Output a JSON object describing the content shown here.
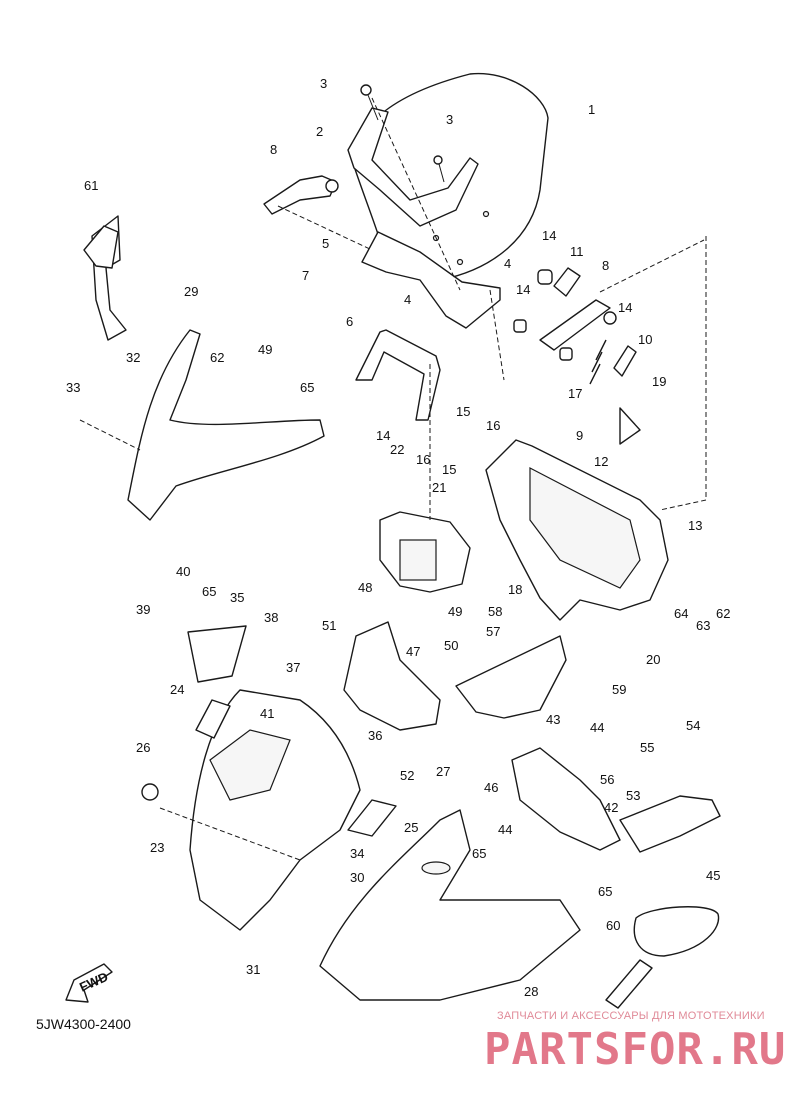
{
  "diagram": {
    "title": "",
    "part_code": "5JW4300-2400",
    "fwd_label": "FWD",
    "callouts": [
      {
        "id": "c1",
        "text": "1"
      },
      {
        "id": "c2",
        "text": "2"
      },
      {
        "id": "c3a",
        "text": "3"
      },
      {
        "id": "c3b",
        "text": "3"
      },
      {
        "id": "c4a",
        "text": "4"
      },
      {
        "id": "c4b",
        "text": "4"
      },
      {
        "id": "c5",
        "text": "5"
      },
      {
        "id": "c6",
        "text": "6"
      },
      {
        "id": "c7",
        "text": "7"
      },
      {
        "id": "c8a",
        "text": "8"
      },
      {
        "id": "c8b",
        "text": "8"
      },
      {
        "id": "c9",
        "text": "9"
      },
      {
        "id": "c10",
        "text": "10"
      },
      {
        "id": "c11",
        "text": "11"
      },
      {
        "id": "c12",
        "text": "12"
      },
      {
        "id": "c13",
        "text": "13"
      },
      {
        "id": "c14a",
        "text": "14"
      },
      {
        "id": "c14b",
        "text": "14"
      },
      {
        "id": "c14c",
        "text": "14"
      },
      {
        "id": "c14d",
        "text": "14"
      },
      {
        "id": "c15a",
        "text": "15"
      },
      {
        "id": "c15b",
        "text": "15"
      },
      {
        "id": "c16a",
        "text": "16"
      },
      {
        "id": "c16b",
        "text": "16"
      },
      {
        "id": "c17",
        "text": "17"
      },
      {
        "id": "c18",
        "text": "18"
      },
      {
        "id": "c19",
        "text": "19"
      },
      {
        "id": "c20",
        "text": "20"
      },
      {
        "id": "c21",
        "text": "21"
      },
      {
        "id": "c22",
        "text": "22"
      },
      {
        "id": "c23",
        "text": "23"
      },
      {
        "id": "c24",
        "text": "24"
      },
      {
        "id": "c25",
        "text": "25"
      },
      {
        "id": "c26",
        "text": "26"
      },
      {
        "id": "c27",
        "text": "27"
      },
      {
        "id": "c28",
        "text": "28"
      },
      {
        "id": "c29",
        "text": "29"
      },
      {
        "id": "c30",
        "text": "30"
      },
      {
        "id": "c31",
        "text": "31"
      },
      {
        "id": "c32",
        "text": "32"
      },
      {
        "id": "c33",
        "text": "33"
      },
      {
        "id": "c34",
        "text": "34"
      },
      {
        "id": "c35",
        "text": "35"
      },
      {
        "id": "c36",
        "text": "36"
      },
      {
        "id": "c37",
        "text": "37"
      },
      {
        "id": "c38",
        "text": "38"
      },
      {
        "id": "c39",
        "text": "39"
      },
      {
        "id": "c40",
        "text": "40"
      },
      {
        "id": "c41",
        "text": "41"
      },
      {
        "id": "c42",
        "text": "42"
      },
      {
        "id": "c43",
        "text": "43"
      },
      {
        "id": "c44a",
        "text": "44"
      },
      {
        "id": "c44b",
        "text": "44"
      },
      {
        "id": "c45",
        "text": "45"
      },
      {
        "id": "c46",
        "text": "46"
      },
      {
        "id": "c47",
        "text": "47"
      },
      {
        "id": "c48",
        "text": "48"
      },
      {
        "id": "c49a",
        "text": "49"
      },
      {
        "id": "c49b",
        "text": "49"
      },
      {
        "id": "c50",
        "text": "50"
      },
      {
        "id": "c51",
        "text": "51"
      },
      {
        "id": "c52",
        "text": "52"
      },
      {
        "id": "c53",
        "text": "53"
      },
      {
        "id": "c54",
        "text": "54"
      },
      {
        "id": "c55",
        "text": "55"
      },
      {
        "id": "c56",
        "text": "56"
      },
      {
        "id": "c57",
        "text": "57"
      },
      {
        "id": "c58",
        "text": "58"
      },
      {
        "id": "c59",
        "text": "59"
      },
      {
        "id": "c60",
        "text": "60"
      },
      {
        "id": "c61",
        "text": "61"
      },
      {
        "id": "c62a",
        "text": "62"
      },
      {
        "id": "c62b",
        "text": "62"
      },
      {
        "id": "c63",
        "text": "63"
      },
      {
        "id": "c64",
        "text": "64"
      },
      {
        "id": "c65a",
        "text": "65"
      },
      {
        "id": "c65b",
        "text": "65"
      },
      {
        "id": "c65c",
        "text": "65"
      },
      {
        "id": "c65d",
        "text": "65"
      }
    ]
  },
  "watermark": {
    "tagline": "ЗАПЧАСТИ И АКСЕССУАРЫ ДЛЯ МОТОТЕХНИКИ",
    "brand": "PARTSFOR.RU",
    "color": "#e2788a"
  }
}
